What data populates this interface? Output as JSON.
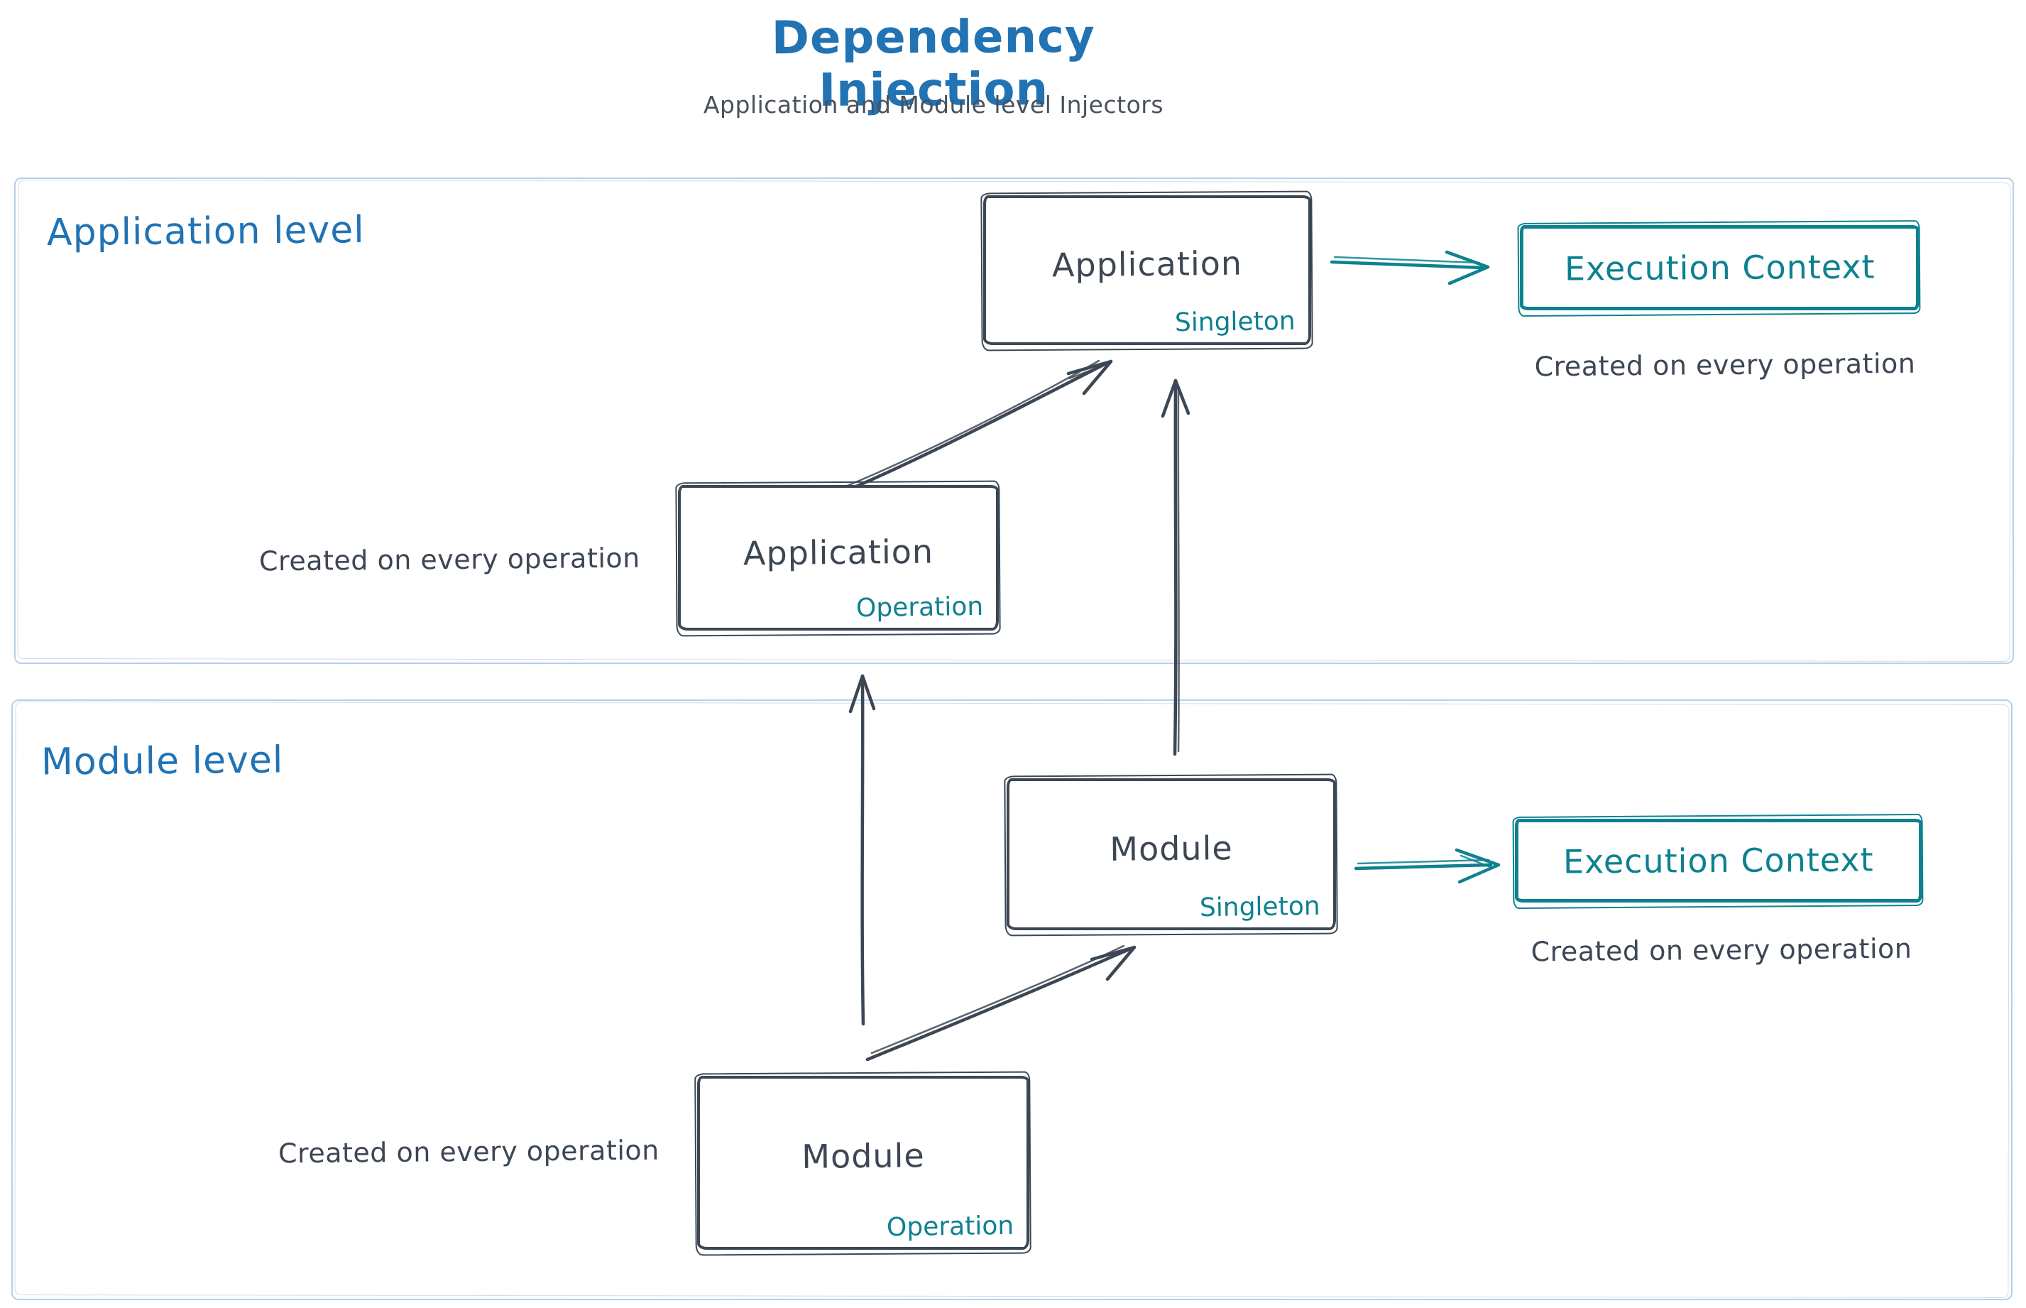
{
  "title": "Dependency Injection",
  "subtitle": "Application and Module level Injectors",
  "colors": {
    "blue": "#2173b4",
    "slate": "#3d4754",
    "teal": "#0e8190",
    "panel_border": "#b8cfe8"
  },
  "sections": {
    "application": {
      "label": "Application level",
      "singleton_box": {
        "title": "Application",
        "tag": "Singleton"
      },
      "operation_box": {
        "title": "Application",
        "tag": "Operation"
      },
      "operation_note": "Created on every operation",
      "execution_box": {
        "title": "Execution Context"
      },
      "execution_note": "Created on every operation"
    },
    "module": {
      "label": "Module level",
      "singleton_box": {
        "title": "Module",
        "tag": "Singleton"
      },
      "operation_box": {
        "title": "Module",
        "tag": "Operation"
      },
      "operation_note": "Created on every operation",
      "execution_box": {
        "title": "Execution Context"
      },
      "execution_note": "Created on every operation"
    }
  }
}
